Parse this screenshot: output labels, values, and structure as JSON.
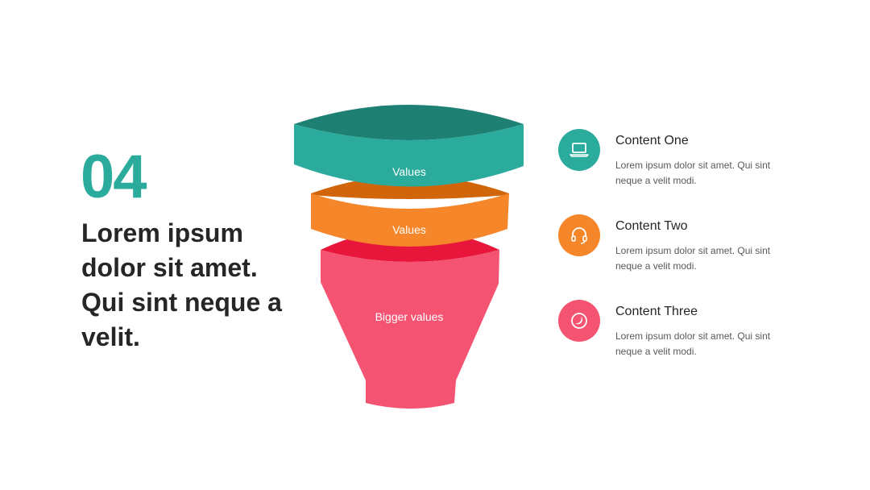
{
  "slide": {
    "number": "04",
    "headline": "Lorem ipsum dolor sit amet. Qui sint neque a velit."
  },
  "funnel": {
    "layers": [
      {
        "label": "Values",
        "color": "#2aab9c",
        "dark_color": "#1e7f73"
      },
      {
        "label": "Values",
        "color": "#f5862a",
        "dark_color": "#d0650a"
      },
      {
        "label": "Bigger values",
        "color": "#f55372",
        "dark_color": "#e8163a"
      }
    ]
  },
  "items": [
    {
      "title": "Content One",
      "description": "Lorem ipsum dolor sit amet. Qui sint neque a velit modi.",
      "icon": "laptop-icon",
      "color": "#2aab9c"
    },
    {
      "title": "Content Two",
      "description": "Lorem ipsum dolor sit amet. Qui sint neque a velit modi.",
      "icon": "headset-icon",
      "color": "#f5862a"
    },
    {
      "title": "Content Three",
      "description": "Lorem ipsum dolor sit amet. Qui sint neque a velit modi.",
      "icon": "moon-icon",
      "color": "#f55372"
    }
  ],
  "colors": {
    "accent": "#2aab9c",
    "text": "#262626",
    "muted_text": "#595959"
  }
}
